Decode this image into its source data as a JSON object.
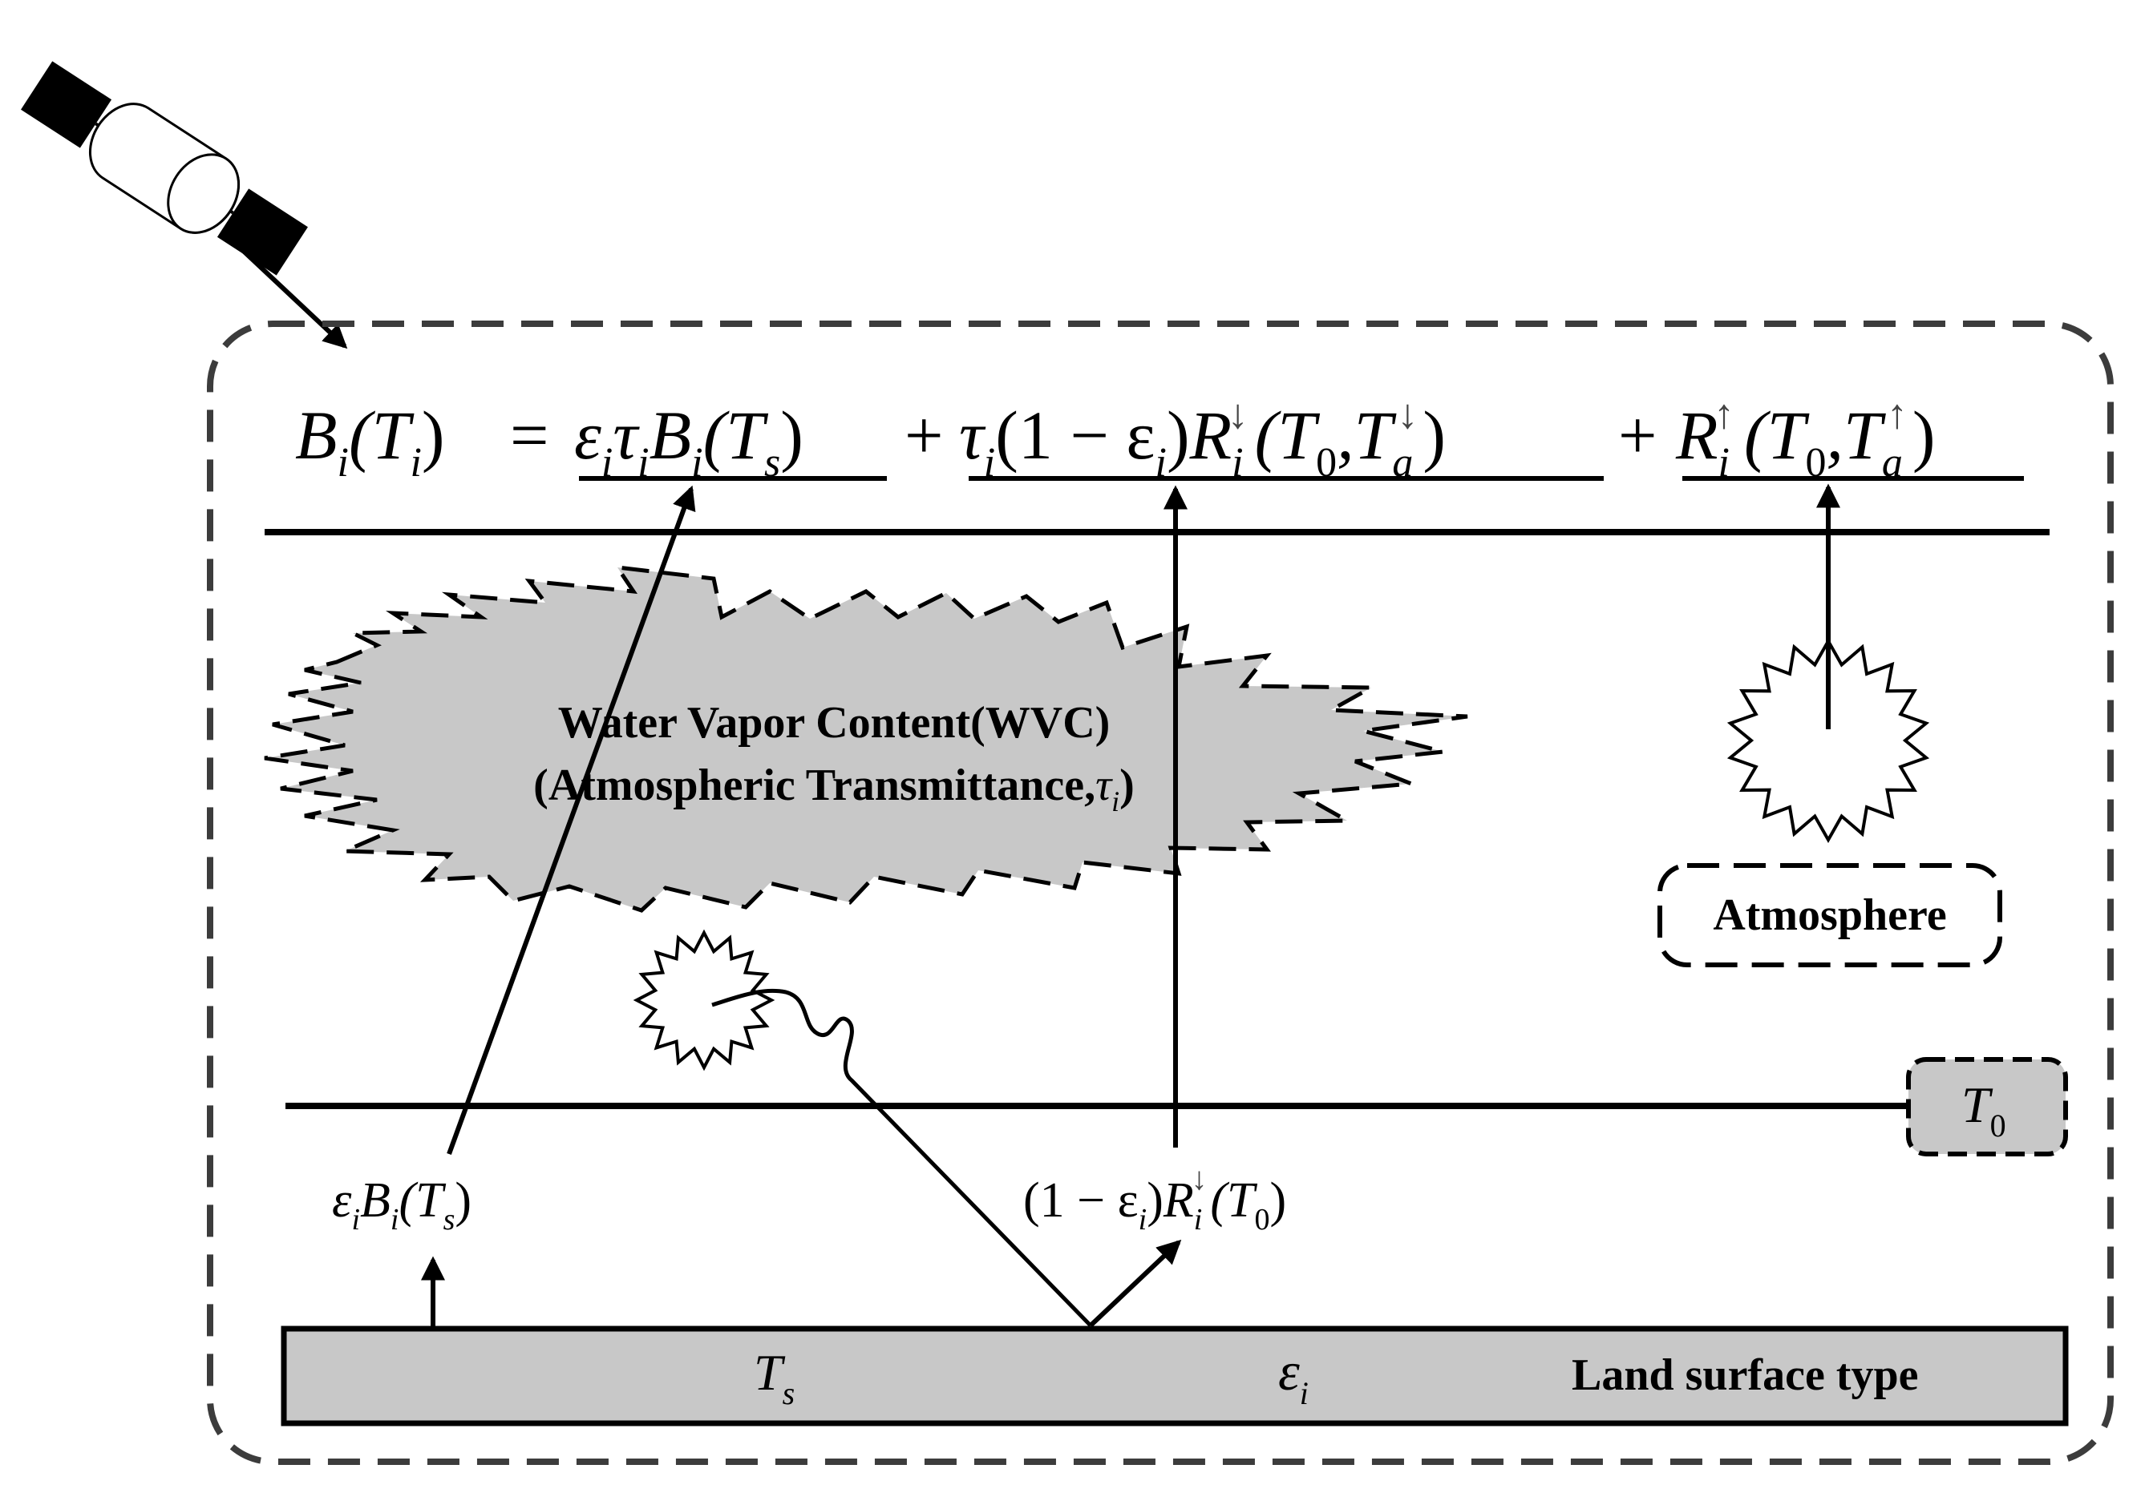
{
  "equation": {
    "lhs_B": "B",
    "lhs_sub_i": "i",
    "lhs_T_open": "(T",
    "lhs_T_sub": "i",
    "lhs_close": ")",
    "equals": "=",
    "term1_eps": "ε",
    "term1_eps_sub": "i",
    "term1_tau": "τ",
    "term1_tau_sub": "i",
    "term1_B": "B",
    "term1_B_sub": "i",
    "term1_T_open": "(T",
    "term1_T_sub": "s",
    "term1_close": ")",
    "plus1": "+",
    "term2_tau": "τ",
    "term2_tau_sub": "i",
    "term2_paren": "(1 − ε",
    "term2_paren_sub": "i",
    "term2_paren_close": ")",
    "term2_R": "R",
    "term2_R_sub": "i",
    "term2_R_sup": "↓",
    "term2_args_open": "(T",
    "term2_T0_sub": "0",
    "term2_comma": ",T",
    "term2_Ta_sub": "a",
    "term2_Ta_sup": "↓",
    "term2_close": ")",
    "plus2": "+",
    "term3_R": "R",
    "term3_R_sub": "i",
    "term3_R_sup": "↑",
    "term3_args_open": "(T",
    "term3_T0_sub": "0",
    "term3_comma": ",T",
    "term3_Ta_sub": "a",
    "term3_Ta_sup": "↑",
    "term3_close": ")"
  },
  "cloud": {
    "line1": "Water Vapor Content(WVC)",
    "line2_prefix": "(Atmospheric Transmittance,",
    "line2_tau": "τ",
    "line2_sub": "i",
    "line2_close": ")"
  },
  "atmosphere_label": "Atmosphere",
  "t0_box": {
    "T": "T",
    "sub": "0"
  },
  "surface_emission": {
    "eps": "ε",
    "eps_sub": "i",
    "B": "B",
    "B_sub": "i",
    "T_open": "(T",
    "T_sub": "s",
    "close": ")"
  },
  "reflected": {
    "open": "(1 − ε",
    "eps_sub": "i",
    "close": ")",
    "R": "R",
    "R_sub": "i",
    "R_sup": "↓",
    "args_open": "(T",
    "T0_sub": "0",
    "args_close": ")"
  },
  "land": {
    "Ts": "T",
    "Ts_sub": "s",
    "eps": "ε",
    "eps_sub": "i",
    "label": "Land surface type"
  },
  "colors": {
    "line": "#000000",
    "fill_gray": "#c8c8c8",
    "dash_border": "#3c3c3c",
    "background": "#ffffff"
  },
  "icons": [
    "satellite-icon",
    "sun-icon-atmosphere",
    "sun-icon-surface"
  ]
}
